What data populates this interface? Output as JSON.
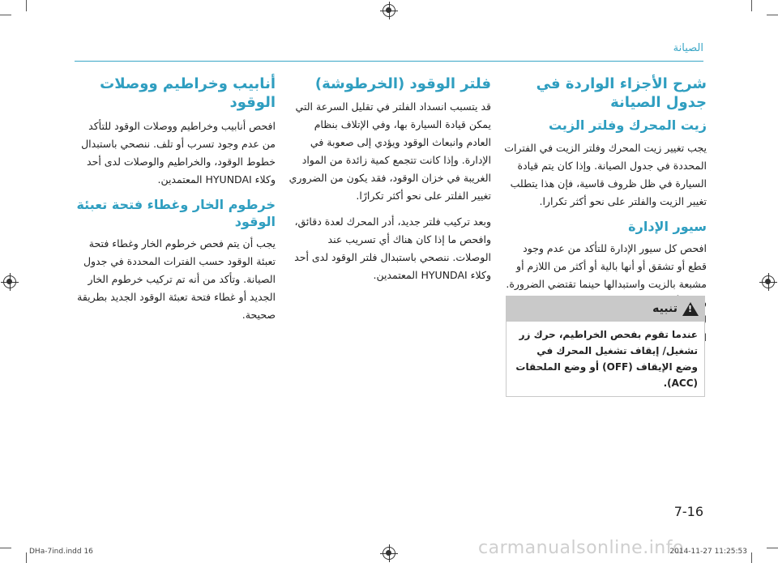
{
  "section_header": "الصيانة",
  "columns": {
    "right": {
      "title": "شرح الأجزاء الواردة في جدول الصيانة",
      "subsections": [
        {
          "heading": "زيت المحرك وفلتر الزيت",
          "text": "يجب تغيير زيت المحرك وفلتر الزيت في الفترات المحددة في جدول الصيانة. وإذا كان يتم قيادة السيارة في ظل ظروف قاسية، فإن هذا يتطلب تغيير الزيت والفلتر على نحو أكثر تكرارا."
        },
        {
          "heading": "سيور الإدارة",
          "text": "افحص كل سيور الإدارة للتأكد من عدم وجود قطع أو تشقق أو أنها بالية أو أكثر من اللازم أو مشبعة بالزيت واستبدالها حينما تقتضي الضرورة. ويجب أن يتم فحص سيور الإدارة بصفة دورية لضمان شدها بطريقة سليمة وضبطها عند الضرورة."
        }
      ]
    },
    "middle": {
      "title": "فلتر الوقود (الخرطوشة)",
      "paragraphs": [
        "قد يتسبب انسداد الفلتر في تقليل السرعة التي يمكن قيادة السيارة بها، وفي الإتلاف بنظام العادم وانبعاث الوقود ويؤدي إلى صعوبة في الإدارة. وإذا كانت تتجمع كمية زائدة من المواد الغريبة في خزان الوقود، فقد يكون من الضروري تغيير الفلتر على نحو أكثر تكرارًا.",
        "وبعد تركيب فلتر جديد، أدر المحرك لعدة دقائق، وافحص ما إذا كان هناك أي تسريب عند الوصلات. ننصحي باستبدال فلتر الوقود لدى أحد وكلاء HYUNDAI المعتمدين."
      ]
    },
    "left": {
      "title": "أنابيب وخراطيم ووصلات الوقود",
      "text1": "افحص أنابيب وخراطيم ووصلات الوقود للتأكد من عدم وجود تسرب أو تلف. ننصحي باستبدال خطوط الوقود، والخراطيم والوصلات لدى أحد وكلاء HYUNDAI المعتمدين.",
      "subheading": "خرطوم الخار وغطاء فتحة تعبئة الوقود",
      "text2": "يجب أن يتم فحص خرطوم الخار وغطاء فتحة تعبئة الوقود حسب الفترات المحددة في جدول الصيانة. وتأكد من أنه تم تركيب خرطوم الخار الجديد أو غطاء فتحة تعبئة الوقود الجديد بطريقة صحيحة."
    }
  },
  "warning": {
    "title": "تنبيه",
    "text": "عندما تقوم بفحص الخراطيم، حرك زر تشغيل/ إيقاف تشغيل المحرك في وضع الإيقاف (OFF) أو وضع الملحقات (ACC)."
  },
  "page_number": "7-16",
  "footer": {
    "file": "DHa-7ind.indd   16",
    "date": "2014-11-27   11:25:53"
  },
  "watermark": "carmanualsonline.info"
}
